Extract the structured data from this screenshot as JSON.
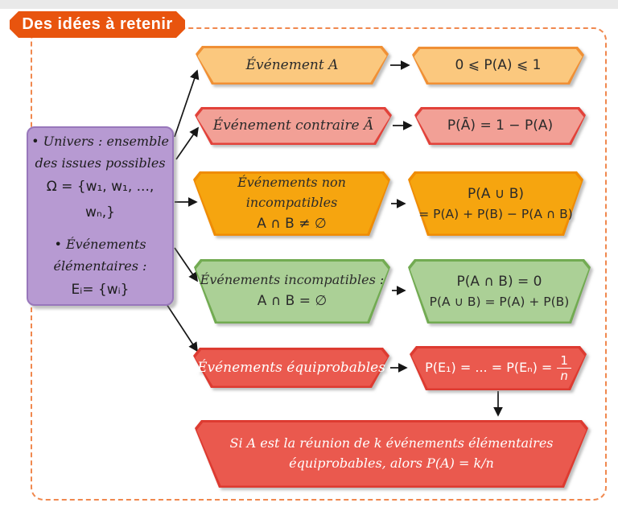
{
  "title": "Des idées à retenir",
  "palette": {
    "banner_bg": "#e8540e",
    "banner_text": "#ffffff",
    "dashed_border": "#f0884e",
    "arrow": "#161616",
    "background": "#ffffff",
    "top_strip": "#e9e9e9"
  },
  "univers": {
    "fill": "#b79ad2",
    "stroke": "#9877bb",
    "text": "#1d1d1d",
    "lines": [
      "• Univers : ensemble",
      "des issues possibles",
      "Ω = {w₁, w₁, ..., wₙ,}",
      "• Événements",
      "élémentaires :",
      "Eᵢ=  {wᵢ}"
    ]
  },
  "rows": [
    {
      "fill": "#fbc87e",
      "stroke": "#f09035",
      "text": "#2b2b2b",
      "left_lines": [
        "Événement A"
      ],
      "right_lines": [
        "0 ⩽ P(A) ⩽ 1"
      ]
    },
    {
      "fill": "#f2a096",
      "stroke": "#e2423a",
      "text": "#2b2b2b",
      "left_lines": [
        "Événement contraire Ā"
      ],
      "right_lines": [
        "P(Ā) = 1 − P(A)"
      ]
    },
    {
      "fill": "#f6a50f",
      "stroke": "#ef8c05",
      "text": "#2b2b2b",
      "left_lines": [
        "Événements non incompatibles",
        "A ∩ B ≠ ∅"
      ],
      "right_lines": [
        "P(A ∪ B)",
        "= P(A) + P(B) − P(A ∩ B)"
      ]
    },
    {
      "fill": "#abd096",
      "stroke": "#72ab52",
      "text": "#2b2b2b",
      "left_lines": [
        "Événements incompatibles :",
        "A ∩ B = ∅"
      ],
      "right_lines": [
        "P(A ∩ B) = 0",
        "P(A ∪ B) = P(A) + P(B)"
      ]
    },
    {
      "fill": "#ea594e",
      "stroke": "#dd3b31",
      "text": "#ffffff",
      "left_lines": [
        "Événements équiprobables"
      ],
      "right_prefix": "P(E₁) = ... = P(Eₙ) =",
      "fraction": {
        "num": "1",
        "den": "n"
      }
    }
  ],
  "conclusion": {
    "fill": "#ea594e",
    "stroke": "#dd3b31",
    "text": "#ffffff",
    "lines": [
      "Si A est la réunion de k événements élémentaires",
      "équiprobables, alors P(A) = k/n"
    ]
  }
}
